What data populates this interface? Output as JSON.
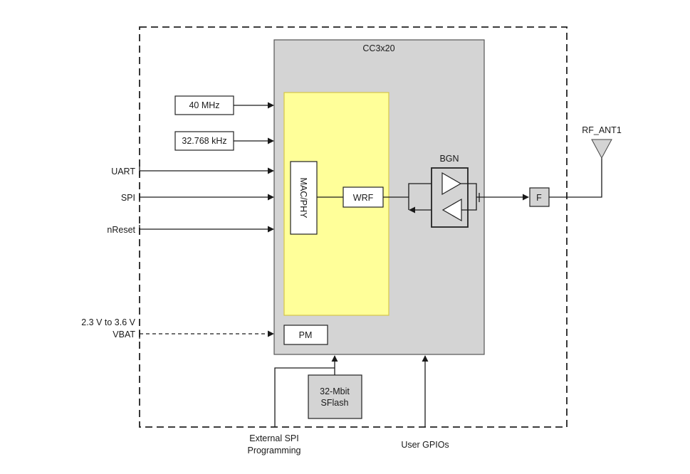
{
  "chip": {
    "title": "CC3x20"
  },
  "clocks": {
    "fast": "40 MHz",
    "slow": "32.768 kHz"
  },
  "interfaces": {
    "uart": "UART",
    "spi": "SPI",
    "nreset": "nReset"
  },
  "power": {
    "range": "2.3 V to 3.6 V",
    "vbat": "VBAT",
    "pm": "PM"
  },
  "blocks": {
    "macphy": "MAC/PHY",
    "wrf": "WRF",
    "bgn": "BGN",
    "filter": "F"
  },
  "antenna": {
    "label": "RF_ANT1"
  },
  "flash": {
    "line1": "32-Mbit",
    "line2": "SFlash"
  },
  "bottom": {
    "ext_spi_1": "External SPI",
    "ext_spi_2": "Programming",
    "gpios": "User GPIOs"
  },
  "colors": {
    "chip_fill": "#d4d4d4",
    "core_fill": "#ffff99",
    "core_stroke": "#d6c648",
    "line": "#1a1a1a"
  }
}
